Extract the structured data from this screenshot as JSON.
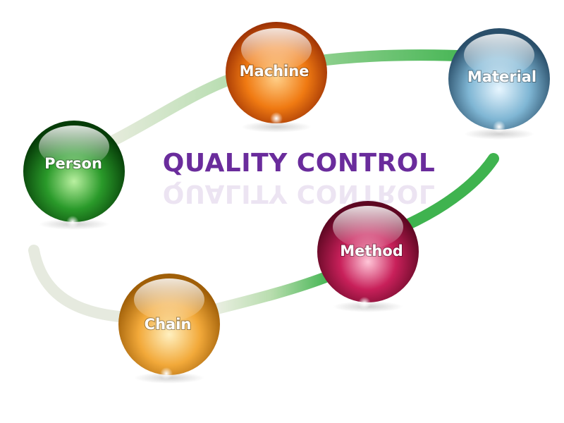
{
  "diagram": {
    "title": "QUALITY CONTROL",
    "nodes": [
      {
        "label": "Machine",
        "color": "#f07a12"
      },
      {
        "label": "Material",
        "color": "#7fb6d4"
      },
      {
        "label": "Person",
        "color": "#2a9a2a"
      },
      {
        "label": "Method",
        "color": "#c8205a"
      },
      {
        "label": "Chain",
        "color": "#f2a93a"
      }
    ],
    "connector_color": "#3fb34f"
  }
}
